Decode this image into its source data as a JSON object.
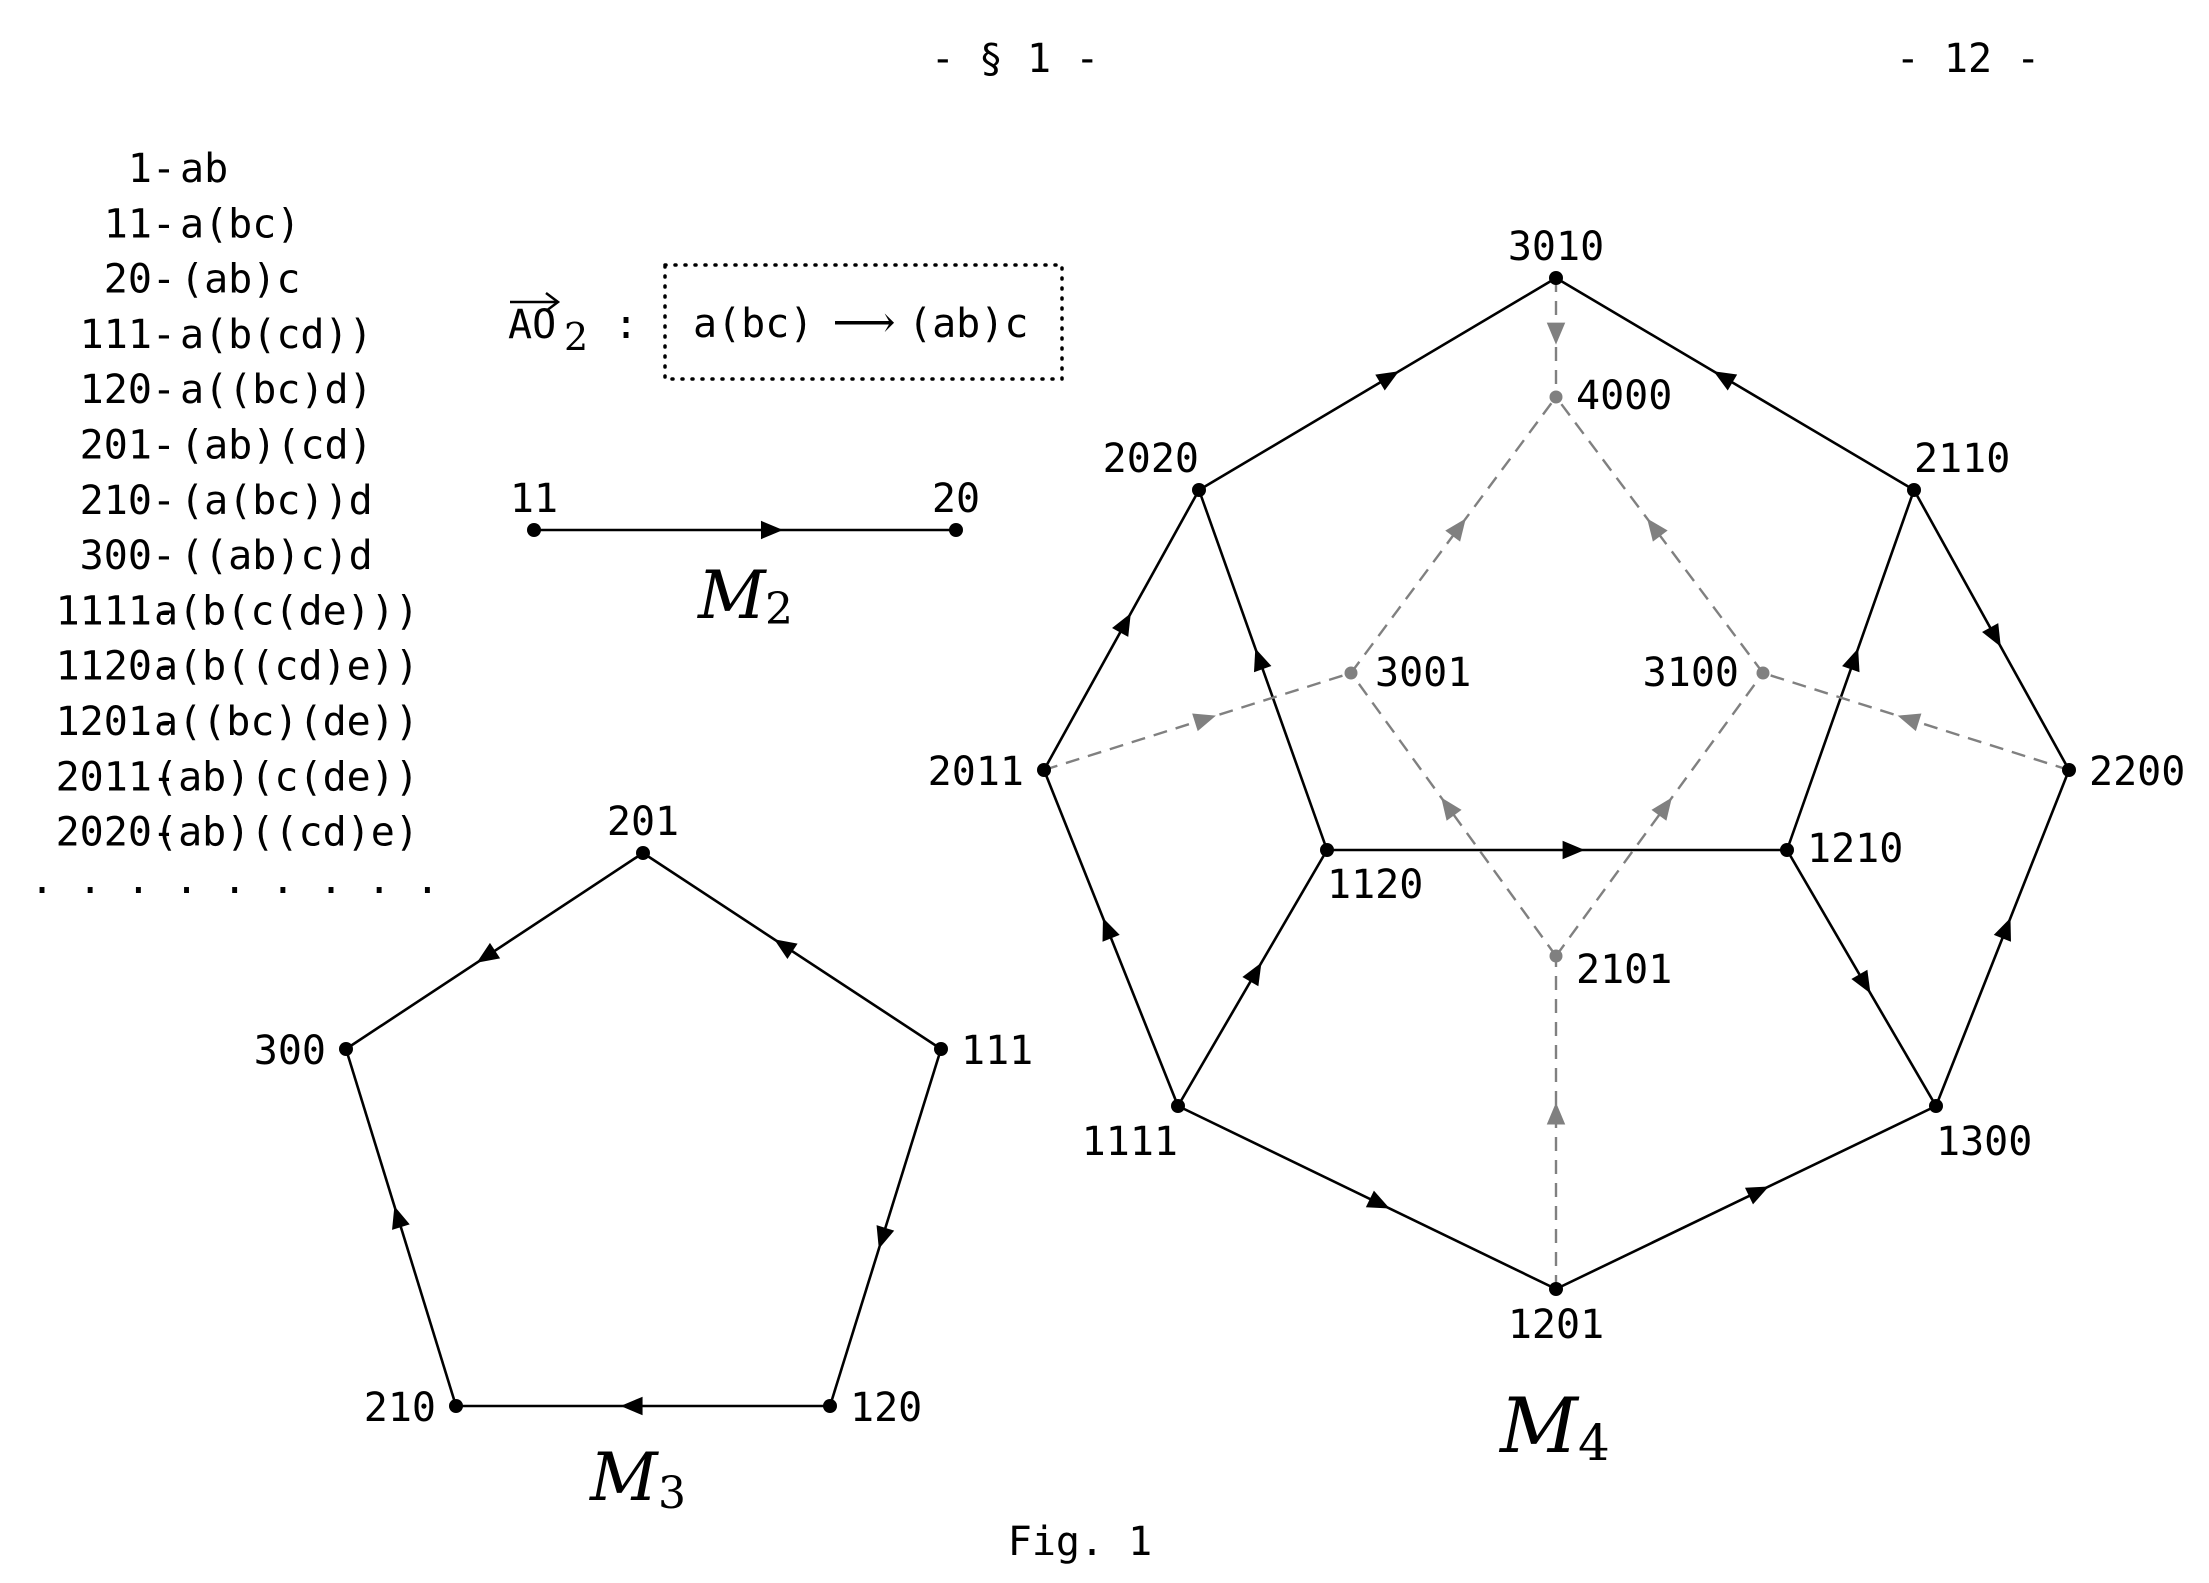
{
  "header": {
    "section": "- § 1 -",
    "page_number": "- 12 -"
  },
  "word_list": {
    "items": [
      {
        "code": "1-",
        "word": "ab"
      },
      {
        "code": "11-",
        "word": "a(bc)"
      },
      {
        "code": "20-",
        "word": "(ab)c"
      },
      {
        "code": "111-",
        "word": "a(b(cd))"
      },
      {
        "code": "120-",
        "word": "a((bc)d)"
      },
      {
        "code": "201-",
        "word": "(ab)(cd)"
      },
      {
        "code": "210-",
        "word": "(a(bc))d"
      },
      {
        "code": "300-",
        "word": "((ab)c)d"
      },
      {
        "code": "1111-",
        "word": "a(b(c(de)))"
      },
      {
        "code": "1120-",
        "word": "a(b((cd)e))"
      },
      {
        "code": "1201-",
        "word": "a((bc)(de))"
      },
      {
        "code": "2011-",
        "word": "(ab)(c(de))"
      },
      {
        "code": "2020-",
        "word": "(ab)((cd)e)"
      }
    ],
    "ellipsis": ". . . . . . . . ."
  },
  "rule": {
    "name": "AO",
    "subscript": "2",
    "separator": ":",
    "left": "a(bc)",
    "arrow": "⟶",
    "right": "(ab)c"
  },
  "m2": {
    "label": "M",
    "index": "2",
    "nodes": [
      {
        "id": "11",
        "label": "11"
      },
      {
        "id": "20",
        "label": "20"
      }
    ],
    "edges": [
      {
        "from": "11",
        "to": "20"
      }
    ]
  },
  "m3": {
    "label": "M",
    "index": "3",
    "nodes": [
      {
        "id": "201",
        "label": "201"
      },
      {
        "id": "111",
        "label": "111"
      },
      {
        "id": "120",
        "label": "120"
      },
      {
        "id": "210",
        "label": "210"
      },
      {
        "id": "300",
        "label": "300"
      }
    ],
    "edges": [
      {
        "from": "111",
        "to": "201"
      },
      {
        "from": "201",
        "to": "300"
      },
      {
        "from": "111",
        "to": "120"
      },
      {
        "from": "120",
        "to": "210"
      },
      {
        "from": "210",
        "to": "300"
      }
    ]
  },
  "m4": {
    "label": "M",
    "index": "4",
    "nodes": [
      {
        "id": "3010",
        "label": "3010",
        "hidden": false
      },
      {
        "id": "2020",
        "label": "2020",
        "hidden": false
      },
      {
        "id": "2110",
        "label": "2110",
        "hidden": false
      },
      {
        "id": "2011",
        "label": "2011",
        "hidden": false
      },
      {
        "id": "2200",
        "label": "2200",
        "hidden": false
      },
      {
        "id": "1120",
        "label": "1120",
        "hidden": false
      },
      {
        "id": "1210",
        "label": "1210",
        "hidden": false
      },
      {
        "id": "1111",
        "label": "1111",
        "hidden": false
      },
      {
        "id": "1300",
        "label": "1300",
        "hidden": false
      },
      {
        "id": "1201",
        "label": "1201",
        "hidden": false
      },
      {
        "id": "4000",
        "label": "4000",
        "hidden": true
      },
      {
        "id": "3001",
        "label": "3001",
        "hidden": true
      },
      {
        "id": "3100",
        "label": "3100",
        "hidden": true
      },
      {
        "id": "2101",
        "label": "2101",
        "hidden": true
      }
    ],
    "edges": [
      {
        "from": "2020",
        "to": "3010",
        "hidden": false
      },
      {
        "from": "2110",
        "to": "3010",
        "hidden": false
      },
      {
        "from": "2011",
        "to": "2020",
        "hidden": false
      },
      {
        "from": "1120",
        "to": "2020",
        "hidden": false
      },
      {
        "from": "2110",
        "to": "2200",
        "hidden": false
      },
      {
        "from": "1210",
        "to": "2110",
        "hidden": false
      },
      {
        "from": "1111",
        "to": "2011",
        "hidden": false
      },
      {
        "from": "1120",
        "to": "1210",
        "hidden": false
      },
      {
        "from": "1111",
        "to": "1120",
        "hidden": false
      },
      {
        "from": "1210",
        "to": "1300",
        "hidden": false
      },
      {
        "from": "1300",
        "to": "2200",
        "hidden": false
      },
      {
        "from": "1111",
        "to": "1201",
        "hidden": false
      },
      {
        "from": "1201",
        "to": "1300",
        "hidden": false
      },
      {
        "from": "3010",
        "to": "4000",
        "hidden": true
      },
      {
        "from": "3001",
        "to": "4000",
        "hidden": true
      },
      {
        "from": "3100",
        "to": "4000",
        "hidden": true
      },
      {
        "from": "2011",
        "to": "3001",
        "hidden": true
      },
      {
        "from": "2200",
        "to": "3100",
        "hidden": true
      },
      {
        "from": "2101",
        "to": "3001",
        "hidden": true
      },
      {
        "from": "2101",
        "to": "3100",
        "hidden": true
      },
      {
        "from": "1201",
        "to": "2101",
        "hidden": true
      }
    ]
  },
  "caption": "Fig. 1",
  "colors": {
    "solid": "#000000",
    "hidden": "#808080"
  }
}
